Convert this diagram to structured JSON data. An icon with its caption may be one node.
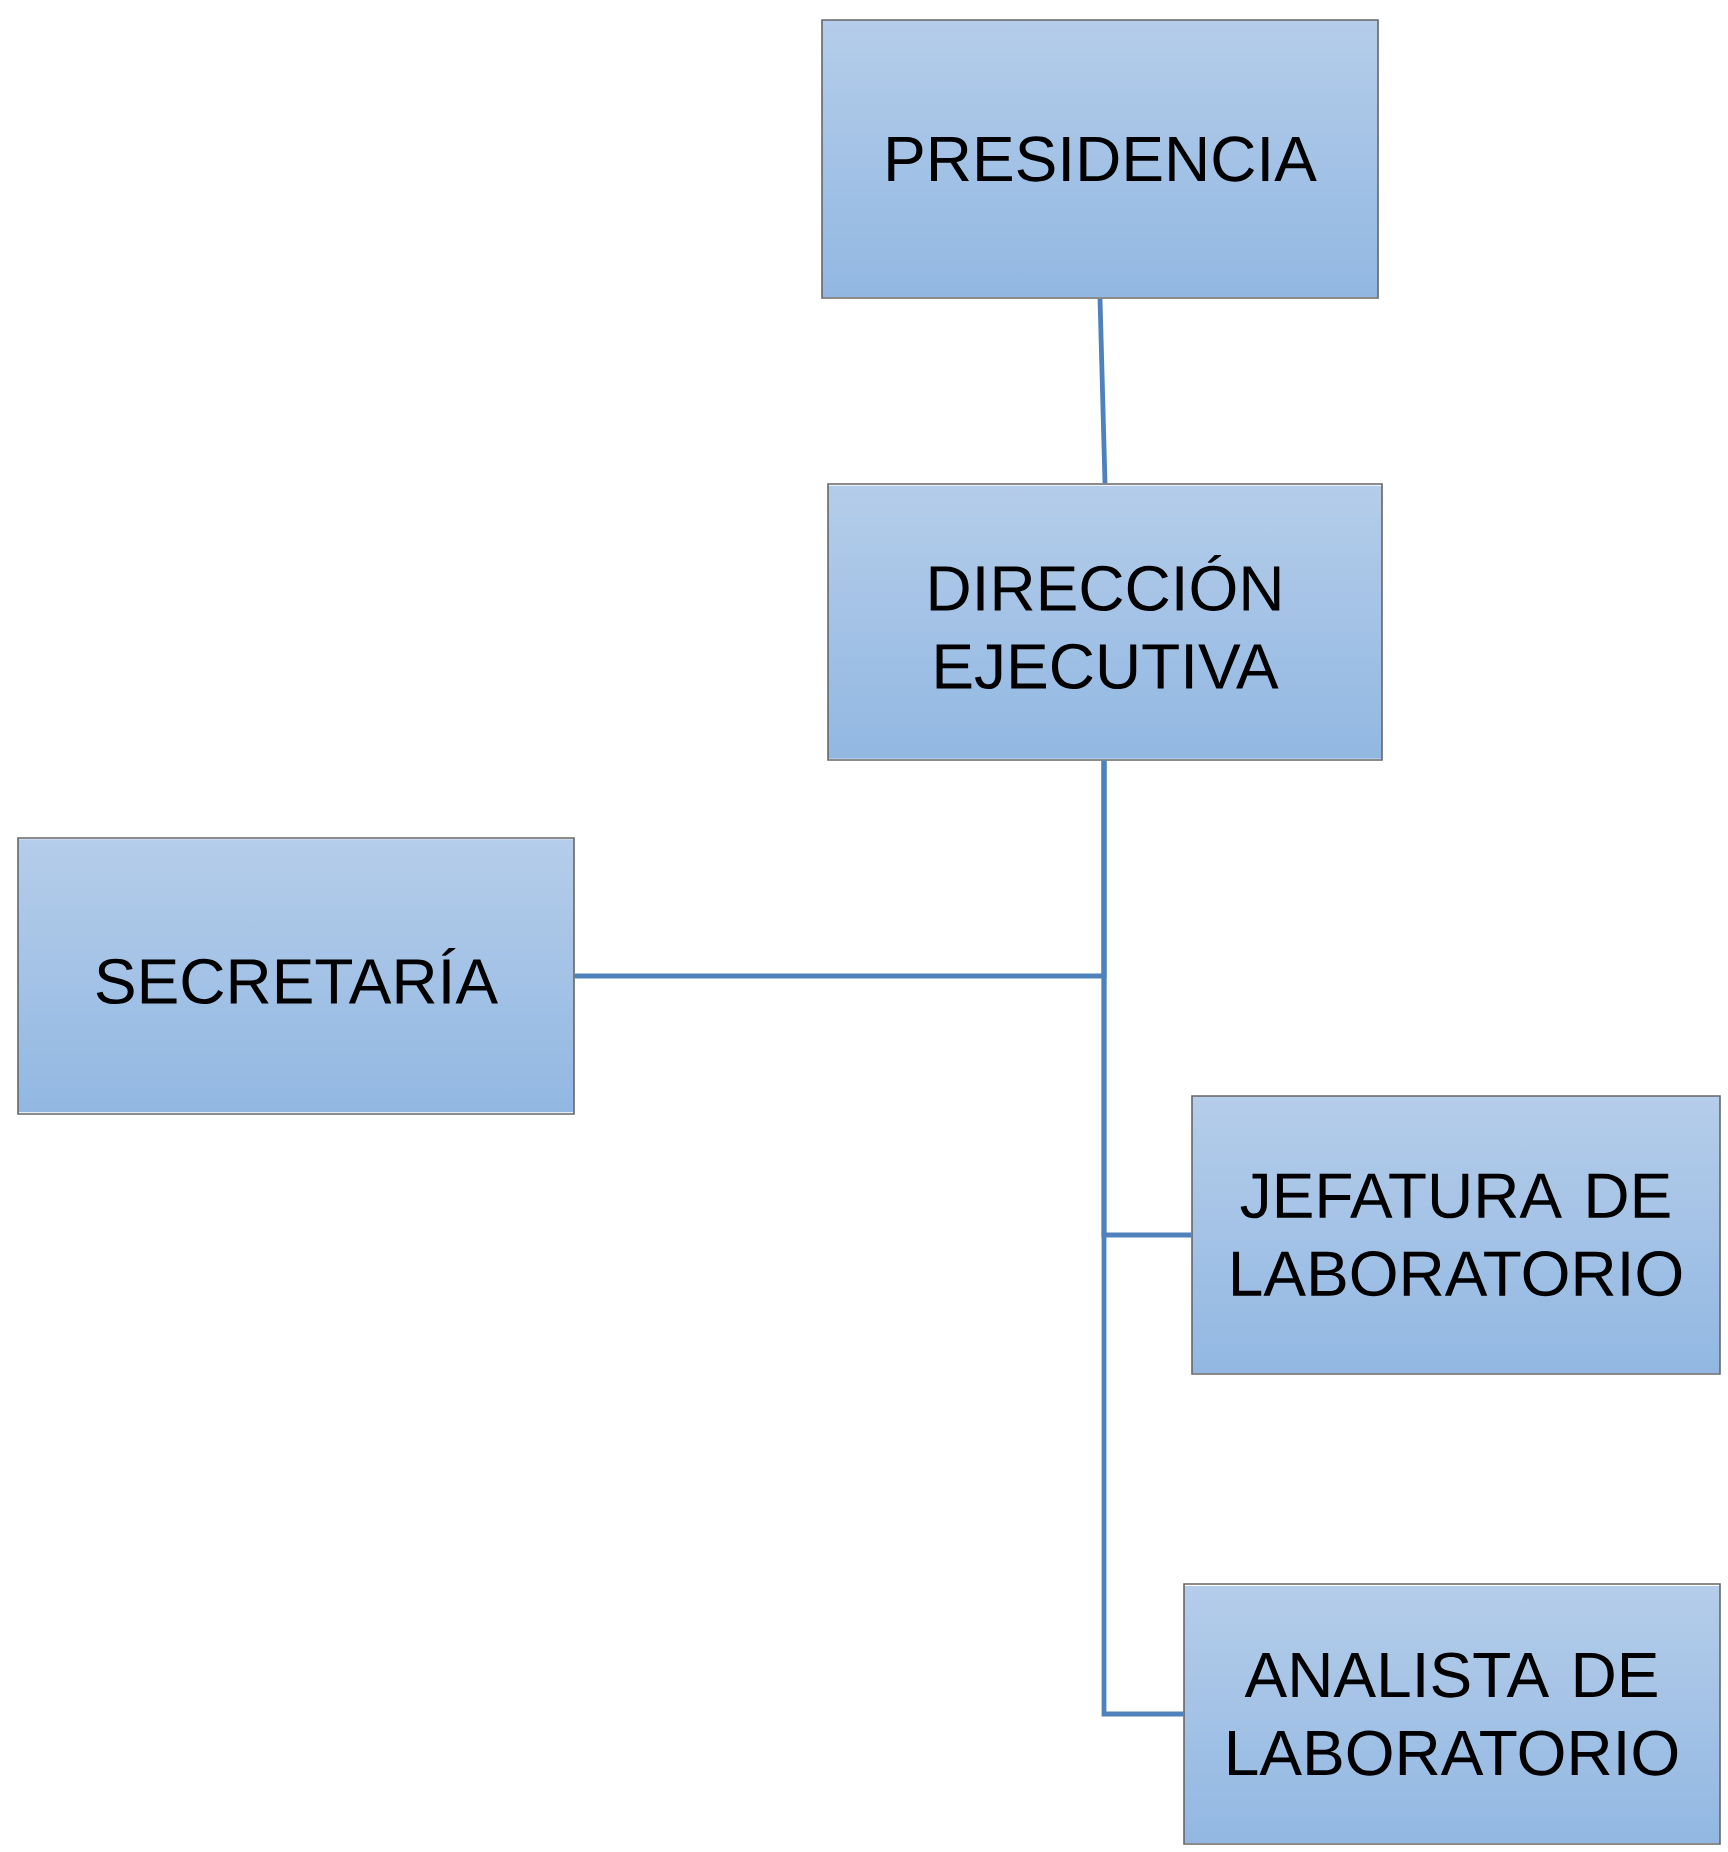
{
  "diagram": {
    "nodes": [
      {
        "text": [
          "PRESIDENCIA"
        ]
      },
      {
        "text": [
          "DIRECCIÓN EJECUTIVA"
        ]
      },
      {
        "text": [
          "SECRETARÍA"
        ]
      },
      {
        "text": [
          "JEFATURA DE LABORATORIO"
        ]
      },
      {
        "text": [
          "ANALISTA DE LABORATORIO"
        ]
      }
    ],
    "edges": [
      {
        "from": 0,
        "to": 1,
        "arrow": "none"
      },
      {
        "from": 1,
        "to": 2,
        "arrow": "none"
      },
      {
        "from": 1,
        "to": 3,
        "arrow": "none"
      },
      {
        "from": 1,
        "to": 4,
        "arrow": "none"
      }
    ]
  }
}
